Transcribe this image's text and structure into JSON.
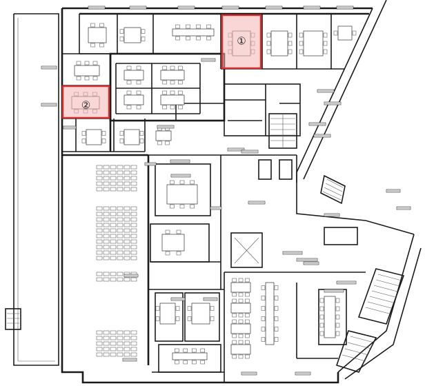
{
  "markers": [
    {
      "id": "room-1",
      "label": "①",
      "color": "#e88a8a"
    },
    {
      "id": "room-2",
      "label": "②",
      "color": "#e88a8a"
    }
  ],
  "colors": {
    "wall": "#1a1a1a",
    "highlight_fill": "#f4b6b6",
    "highlight_stroke": "#d23232"
  }
}
